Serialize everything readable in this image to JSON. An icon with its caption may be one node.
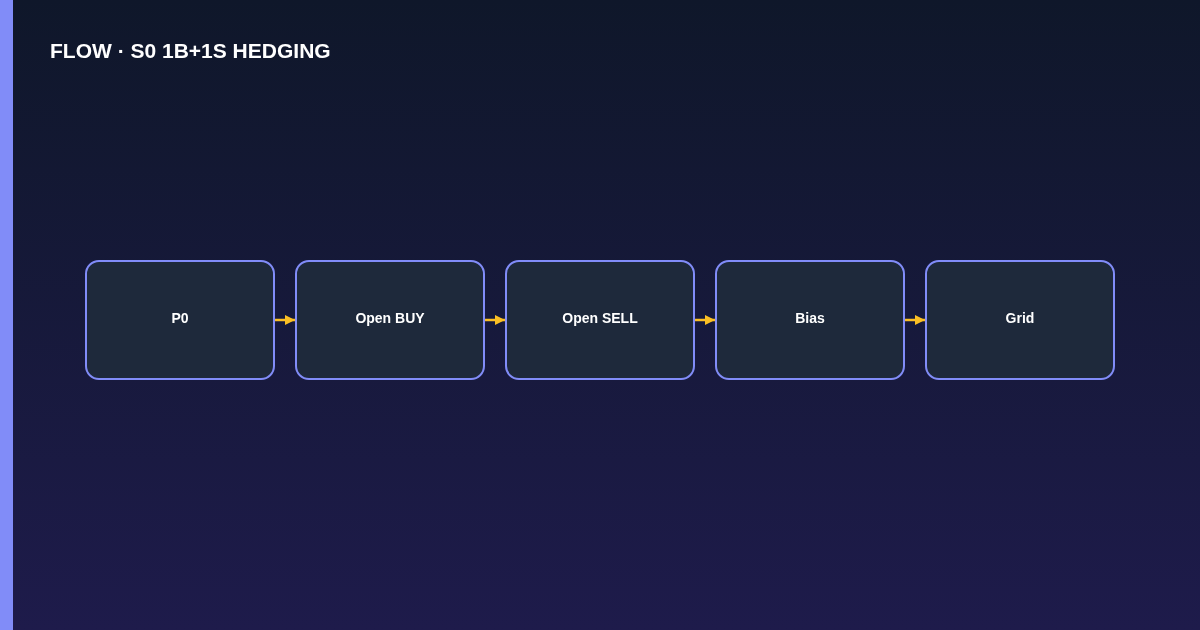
{
  "diagram": {
    "title": "FLOW · S0 1B+1S HEDGING",
    "nodes": [
      {
        "text": [
          "P0"
        ]
      },
      {
        "text": [
          "Open BUY"
        ]
      },
      {
        "text": [
          "Open SELL"
        ]
      },
      {
        "text": [
          "Bias"
        ]
      },
      {
        "text": [
          "Grid"
        ]
      }
    ],
    "edges": [
      {
        "from": 0,
        "to": 1,
        "arrow": "to"
      },
      {
        "from": 1,
        "to": 2,
        "arrow": "to"
      },
      {
        "from": 2,
        "to": 3,
        "arrow": "to"
      },
      {
        "from": 3,
        "to": 4,
        "arrow": "to"
      }
    ]
  }
}
